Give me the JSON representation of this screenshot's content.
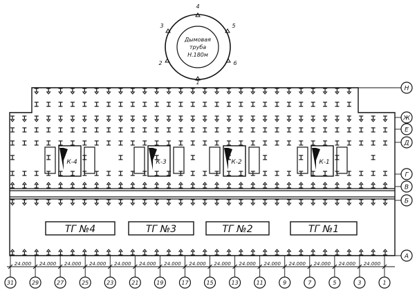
{
  "chimney": {
    "label_lines": [
      "Дымовая",
      "труба",
      "Н.180м"
    ],
    "flue_numbers": [
      "1",
      "2",
      "3",
      "4",
      "5",
      "6"
    ]
  },
  "row_axes": [
    "Н",
    "Ж",
    "Е",
    "Д",
    "Г",
    "В",
    "Б",
    "А"
  ],
  "boilers": [
    "К-4",
    "К-3",
    "К-2",
    "К-1"
  ],
  "turbogenerators": [
    "ТГ №4",
    "ТГ №3",
    "ТГ №2",
    "ТГ №1"
  ],
  "column_axes": [
    "31",
    "29",
    "27",
    "25",
    "23",
    "21",
    "19",
    "17",
    "15",
    "13",
    "11",
    "9",
    "7",
    "5",
    "3",
    "1"
  ],
  "spans": [
    "24.000",
    "24.000",
    "24.000",
    "24.000",
    "24.000",
    "24.000",
    "24.000",
    "24.000",
    "24.000",
    "24.000",
    "24.000",
    "24.000",
    "24.000",
    "24.000",
    "24.000"
  ]
}
